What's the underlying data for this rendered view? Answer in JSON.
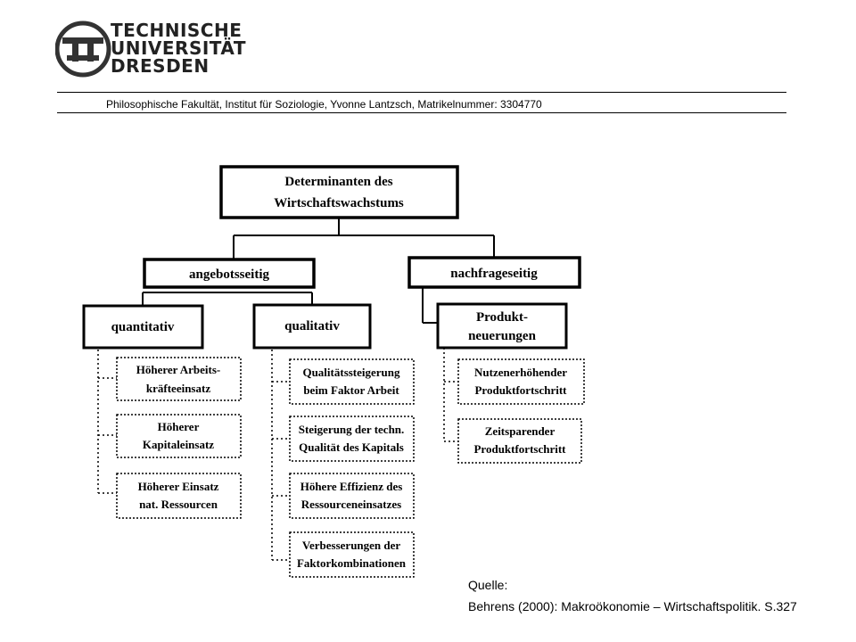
{
  "logo": {
    "lines": [
      "TECHNISCHE",
      "UNIVERSITÄT",
      "DRESDEN"
    ]
  },
  "header": {
    "text": "Philosophische Fakultät, Institut für Soziologie, Yvonne Lantzsch, Matrikelnummer:  3304770"
  },
  "diagram": {
    "root": [
      "Determinanten des",
      "Wirtschaftswachstums"
    ],
    "angebot": "angebotsseitig",
    "nachfrage": "nachfrageseitig",
    "quantitativ": "quantitativ",
    "qualitativ": "qualitativ",
    "produkt": [
      "Produkt-",
      "neuerungen"
    ],
    "quant_items": [
      [
        "Höherer Arbeits-",
        "kräfteeinsatz"
      ],
      [
        "Höherer",
        "Kapitaleinsatz"
      ],
      [
        "Höherer Einsatz",
        "nat. Ressourcen"
      ]
    ],
    "qual_items": [
      [
        "Qualitätssteigerung",
        "beim Faktor Arbeit"
      ],
      [
        "Steigerung der techn.",
        "Qualität des Kapitals"
      ],
      [
        "Höhere Effizienz des",
        "Ressourceneinsatzes"
      ],
      [
        "Verbesserungen der",
        "Faktorkombinationen"
      ]
    ],
    "prod_items": [
      [
        "Nutzenerhöhender",
        "Produktfortschritt"
      ],
      [
        "Zeitsparender",
        "Produktfortschritt"
      ]
    ]
  },
  "source": {
    "label": "Quelle:",
    "citation": "Behrens (2000): Makroökonomie – Wirtschaftspolitik. S.327"
  }
}
